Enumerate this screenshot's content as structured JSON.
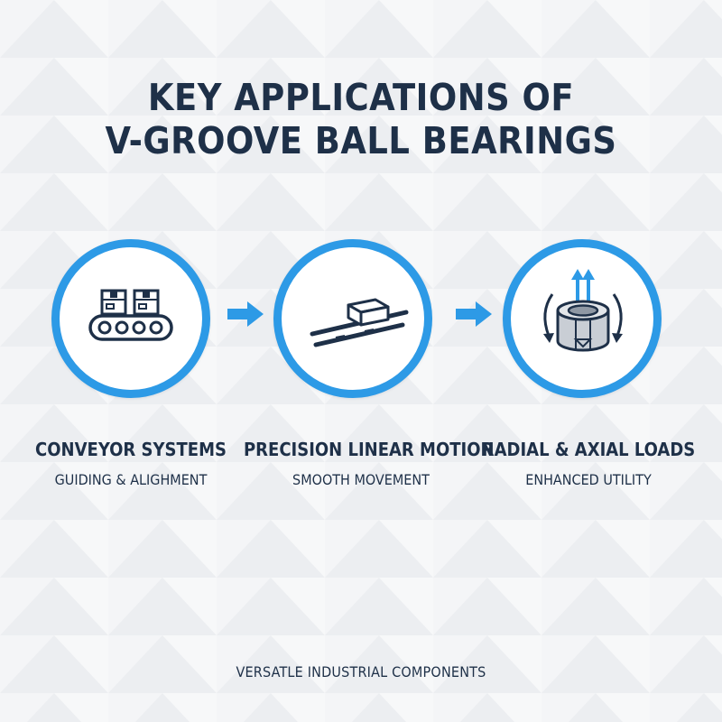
{
  "title": {
    "line1": "KEY APPLICATIONS OF",
    "line2": "V-GROOVE BALL BEARINGS"
  },
  "steps": [
    {
      "label": "CONVEYOR SYSTEMS",
      "sub": "GUIDING & ALIGHMENT",
      "icon": "conveyor-belt-icon"
    },
    {
      "label": "PRECISION LINEAR MOTION",
      "sub": "SMOOTH MOVEMENT",
      "icon": "linear-rail-icon"
    },
    {
      "label": "RADIAL & AXIAL LOADS",
      "sub": "ENHANCED UTILITY",
      "icon": "bearing-load-icon"
    }
  ],
  "footer": "VERSATLE INDUSTRIAL COMPONENTS",
  "colors": {
    "accent": "#2d9ae6",
    "text": "#1e3048",
    "background": "#f3f4f6"
  }
}
